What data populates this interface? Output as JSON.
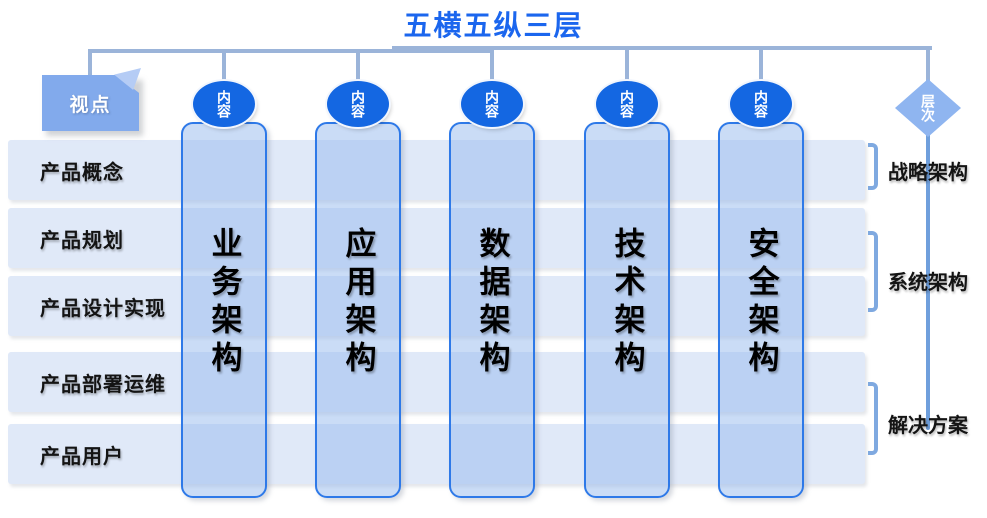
{
  "header": {
    "title": "五横五纵三层"
  },
  "viewpoint": {
    "label": "视点"
  },
  "rows": [
    {
      "label": "产品概念"
    },
    {
      "label": "产品规划"
    },
    {
      "label": "产品设计实现"
    },
    {
      "label": "产品部署运维"
    },
    {
      "label": "产品用户"
    }
  ],
  "columns": [
    {
      "badge": "内容",
      "title": "业务架构"
    },
    {
      "badge": "内容",
      "title": "应用架构"
    },
    {
      "badge": "内容",
      "title": "数据架构"
    },
    {
      "badge": "内容",
      "title": "技术架构"
    },
    {
      "badge": "内容",
      "title": "安全架构"
    }
  ],
  "layers": {
    "label": "层次",
    "groups": [
      {
        "label": "战略架构"
      },
      {
        "label": "系统架构"
      },
      {
        "label": "解决方案"
      }
    ]
  },
  "colors": {
    "title_blue": "#1B66EE",
    "badge_blue": "#1467E2",
    "viewpoint_blue": "#82AAEC",
    "diamond_blue": "#8FB5F0",
    "row_fill": "#E0E9F8",
    "column_border": "#2E79E8",
    "connector_gray_blue": "#9BB4D9",
    "axis_blue": "#6F9FDC",
    "bracket_blue": "#7FA9E0"
  }
}
